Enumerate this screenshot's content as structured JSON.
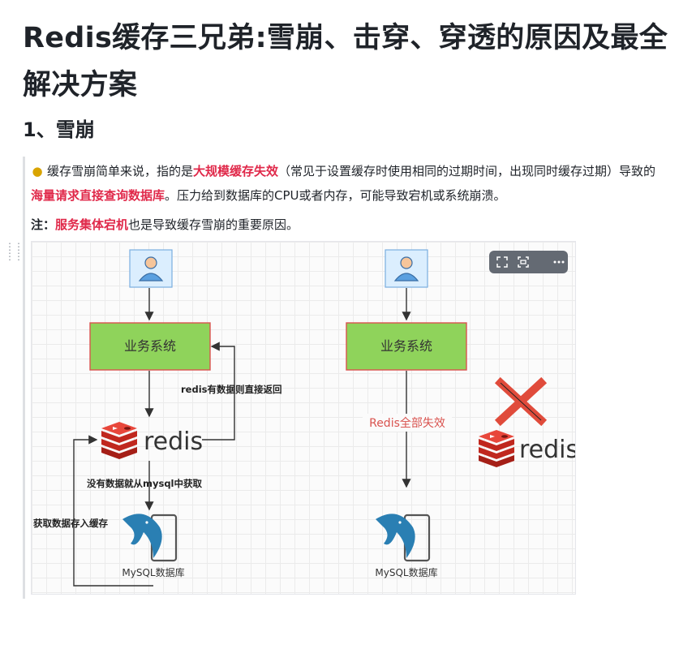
{
  "article": {
    "title": "Redis缓存三兄弟:雪崩、击穿、穿透的原因及最全解决方案",
    "section_heading": "1、雪崩",
    "p1": {
      "t1": "缓存雪崩简单来说，指的是",
      "h1": "大规模缓存失效",
      "t2": "（常见于设置缓存时使用相同的过期时间，出现同时缓存过期）导致的",
      "h2": "海量请求直接查询数据库",
      "t3": "。压力给到数据库的CPU或者内存，可能导致宕机或系统崩溃。"
    },
    "p2": {
      "t1": "注：",
      "h1": "服务集体宕机",
      "t2": "也是导致缓存雪崩的重要原因。"
    }
  },
  "diagram": {
    "left": {
      "business_label": "业务系统",
      "redis_label": "redis",
      "mysql_label": "MySQL数据库",
      "arrow_hit": "redis有数据则直接返回",
      "arrow_miss": "没有数据就从mysql中获取",
      "arrow_store": "获取数据存入缓存"
    },
    "right": {
      "business_label": "业务系统",
      "redis_label": "redis",
      "mysql_label": "MySQL数据库",
      "failure_label": "Redis全部失效"
    }
  },
  "colors": {
    "highlight": "#e0294a",
    "business_fill": "#8fd35b",
    "business_stroke": "#d9534f",
    "redis_red": "#d82c20",
    "failure_red": "#e04b3b",
    "mysql_blue": "#2a7fb3"
  },
  "toolbar": {
    "icons": [
      "expand-icon",
      "fit-view-icon",
      "more-icon"
    ]
  }
}
